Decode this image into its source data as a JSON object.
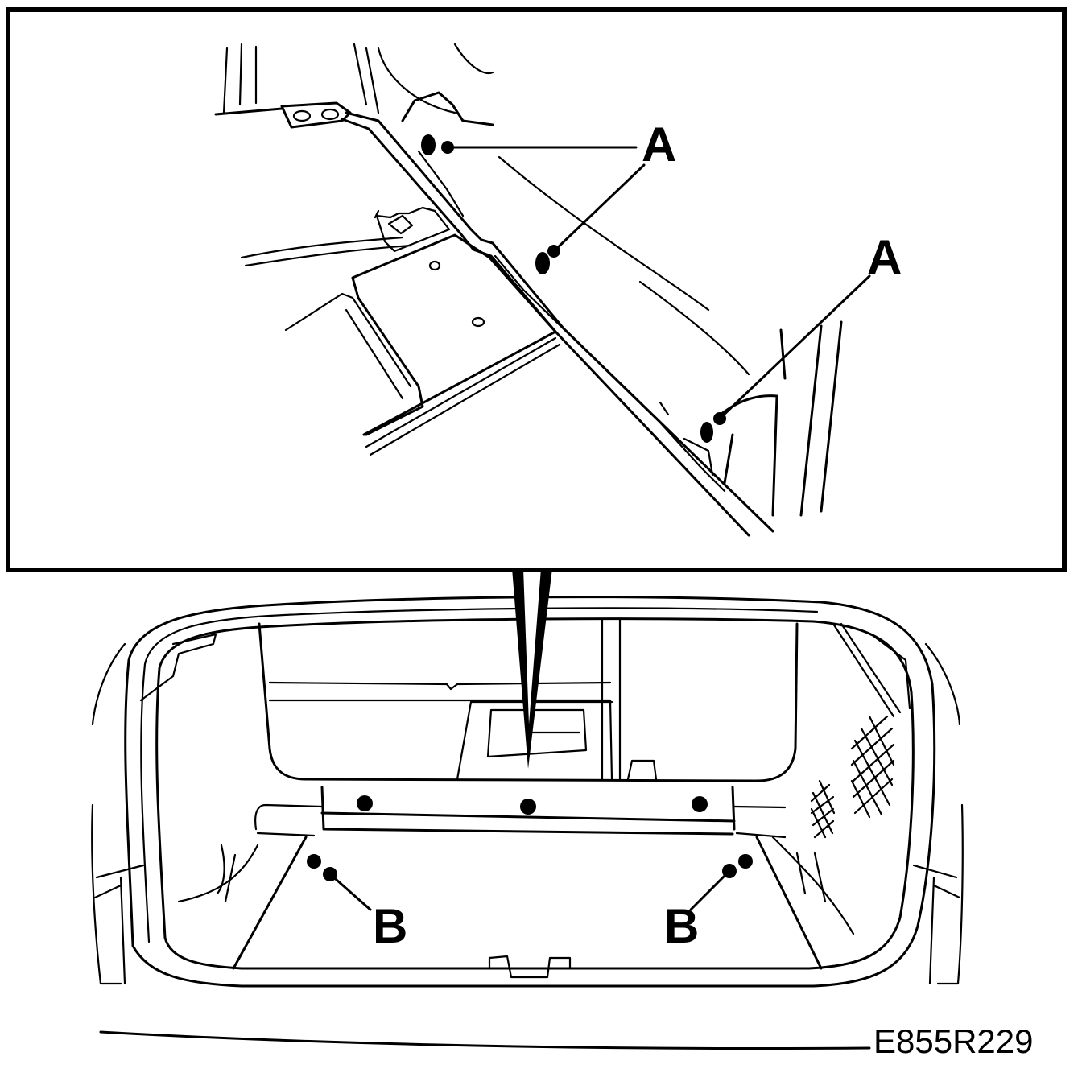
{
  "figure": {
    "labels": {
      "a": "A",
      "b": "B"
    },
    "drawing_code": "E855R229"
  },
  "colors": {
    "line": "#000000",
    "background": "#ffffff"
  }
}
